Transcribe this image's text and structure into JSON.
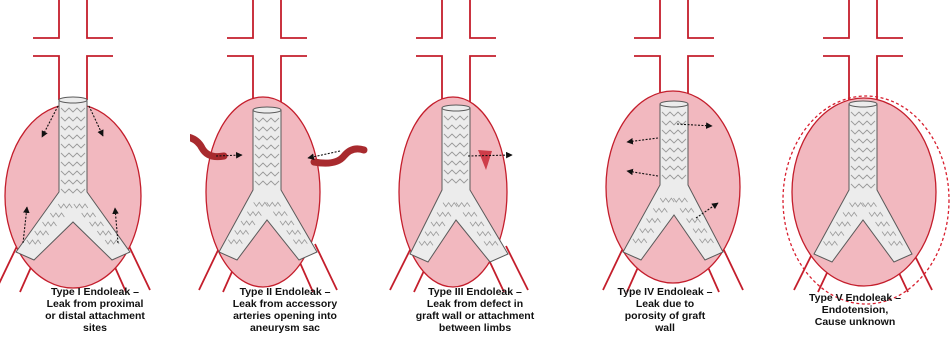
{
  "colors": {
    "sac_fill": "#f2b8bf",
    "sac_stroke": "#c41e2c",
    "graft_fill": "#ececec",
    "graft_stroke": "#9a9a9a",
    "vessel_stroke": "#c41e2c",
    "outline_stroke": "#5a5a5a",
    "arrow": "#111111",
    "dashed_outline": "#d81f2f"
  },
  "panels": [
    {
      "id": "type1",
      "caption": "Type I Endoleak –\nLeak from proximal\nor distal attachment\nsites"
    },
    {
      "id": "type2",
      "caption": "Type II Endoleak –\nLeak from accessory\narteries opening into\naneurysm sac"
    },
    {
      "id": "type3",
      "caption": "Type III Endoleak –\nLeak from defect in\ngraft wall or attachment\nbetween limbs"
    },
    {
      "id": "type4",
      "caption": "Type IV Endoleak –\nLeak due to\nporosity of graft\nwall"
    },
    {
      "id": "type5",
      "caption": "Type V Endoleak –\nEndotension,\nCause unknown"
    }
  ]
}
